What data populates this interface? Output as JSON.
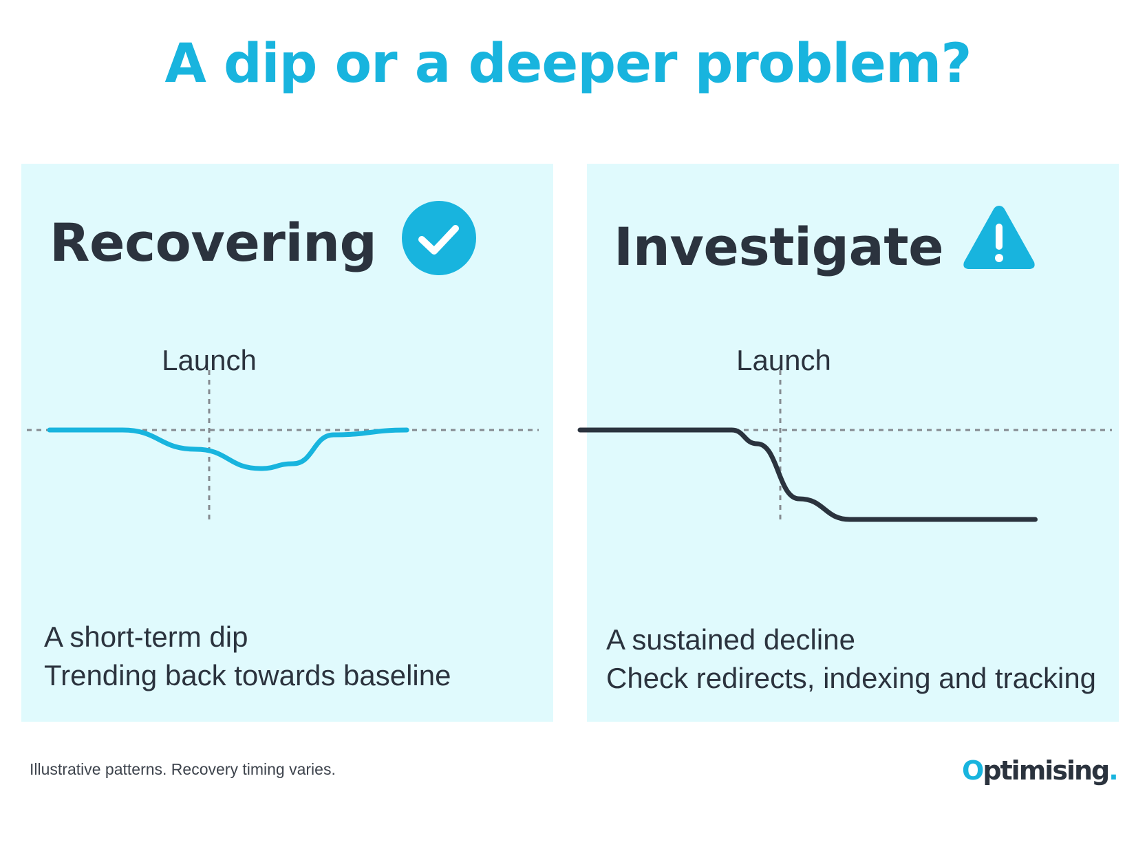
{
  "title": "A dip or a deeper problem?",
  "panels": [
    {
      "heading": "Recovering",
      "icon": "check-circle-icon",
      "launch_label": "Launch",
      "caption_line1": "A short-term dip",
      "caption_line2": "Trending back towards baseline",
      "line_color": "#18b4de",
      "series": {
        "x": [
          0,
          0.45,
          0.9,
          1.3,
          1.5,
          1.75,
          2.2
        ],
        "y": [
          100,
          100,
          96,
          92,
          93,
          99,
          100
        ]
      }
    },
    {
      "heading": "Investigate",
      "icon": "warning-triangle-icon",
      "launch_label": "Launch",
      "caption_line1": "A sustained decline",
      "caption_line2": "Check redirects, indexing and tracking",
      "line_color": "#2b333e",
      "series": {
        "x": [
          0,
          0.9,
          1.05,
          1.3,
          1.6,
          2.2,
          2.7
        ],
        "y": [
          100,
          100,
          98,
          90,
          87,
          87,
          87
        ]
      }
    }
  ],
  "footnote": "Illustrative patterns. Recovery timing varies.",
  "brand": {
    "first_letter": "O",
    "rest": "ptimising",
    "dot": "."
  },
  "colors": {
    "accent": "#18b4de",
    "dark": "#2b333e",
    "panel_bg": "#e0fafd",
    "guide": "#858a90"
  }
}
